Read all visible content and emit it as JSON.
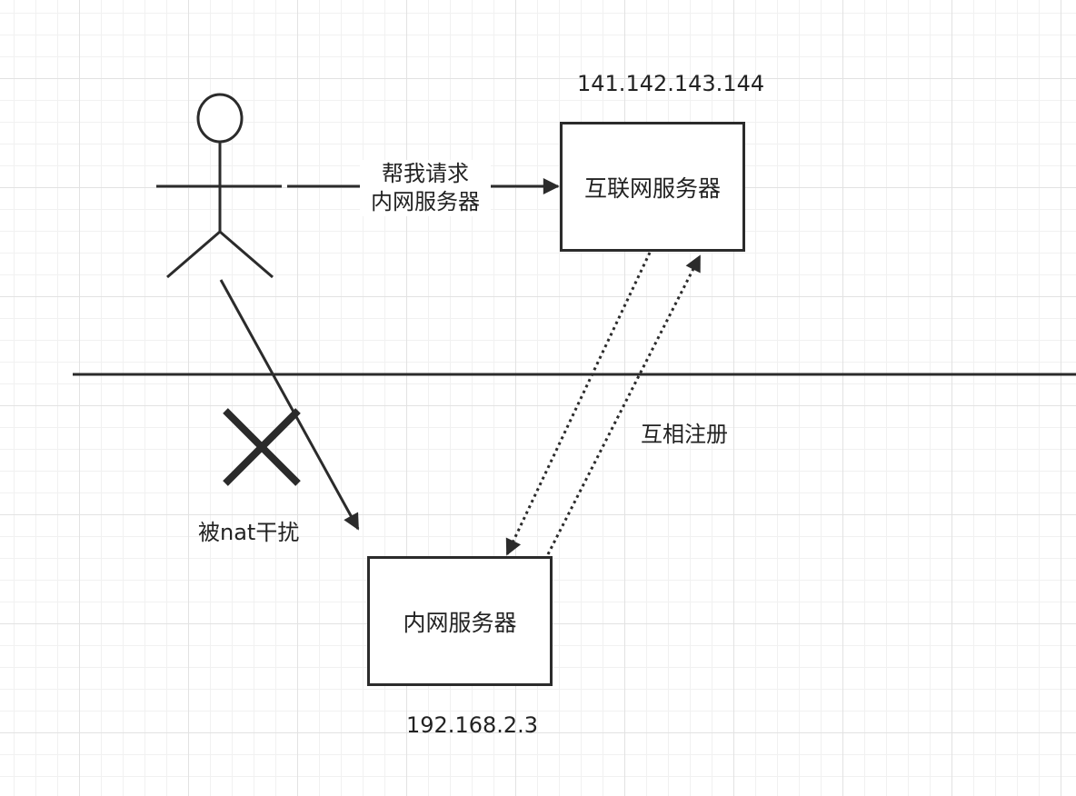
{
  "internet_server": {
    "label": "互联网服务器",
    "ip": "141.142.143.144"
  },
  "intranet_server": {
    "label": "内网服务器",
    "ip": "192.168.2.3"
  },
  "edges": {
    "request": {
      "line1": "帮我请求",
      "line2": "内网服务器"
    },
    "register": "互相注册",
    "nat_blocked": "被nat干扰"
  }
}
